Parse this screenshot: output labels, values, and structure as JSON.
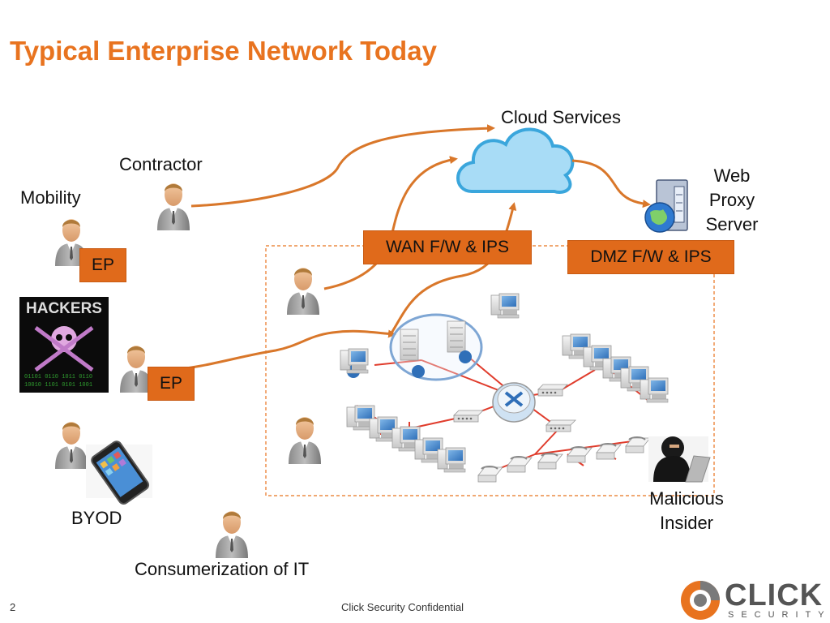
{
  "title": "Typical Enterprise Network Today",
  "labels": {
    "cloud": "Cloud Services",
    "contractor": "Contractor",
    "mobility": "Mobility",
    "web_proxy": [
      "Web",
      "Proxy",
      "Server"
    ],
    "byod": "BYOD",
    "consumerization": "Consumerization of IT",
    "malicious_insider": [
      "Malicious",
      "Insider"
    ]
  },
  "tags": {
    "wan": "WAN F/W & IPS",
    "dmz": "DMZ F/W & IPS",
    "ep_mobility": "EP",
    "ep_hacker": "EP"
  },
  "hackers_image_text": "HACKERS",
  "footer": {
    "page_number": "2",
    "confidential": "Click Security Confidential"
  },
  "logo": {
    "name": "CLICK",
    "sub": "SECURITY"
  },
  "colors": {
    "accent": "#e8731f",
    "arrow": "#d9772a",
    "network_line": "#e03c2c",
    "cloud_fill": "#a8dcf6",
    "cloud_stroke": "#3aa6dc"
  }
}
